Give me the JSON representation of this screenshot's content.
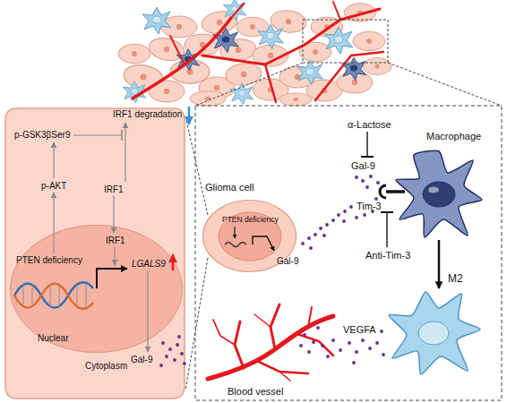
{
  "diagram": {
    "nodes": [
      {
        "text": [
          "Cytoplasm"
        ]
      },
      {
        "text": [
          "Nuclear"
        ],
        "in": 0
      },
      {
        "text": [
          "Glioma cell",
          "Gal-9"
        ]
      },
      {
        "text": [
          "PTEN deficiency"
        ],
        "in": 2
      },
      {
        "text": [
          "Macrophage"
        ]
      },
      {
        "text": [
          "M2"
        ]
      },
      {
        "text": [
          "Blood vessel"
        ]
      }
    ],
    "edges": [
      {
        "from": 4,
        "to": 5,
        "arrow": "to"
      }
    ],
    "labels": [
      "IRF1 degradation",
      "p-GSK3βSer9",
      "p-AKT",
      "IRF1",
      "IRF1",
      "PTEN deficiency",
      "LGALS9",
      "Gal-9",
      "α-Lactose",
      "Gal-9",
      "Tim-3",
      "Anti-Tim-3",
      "VEGFA"
    ]
  }
}
